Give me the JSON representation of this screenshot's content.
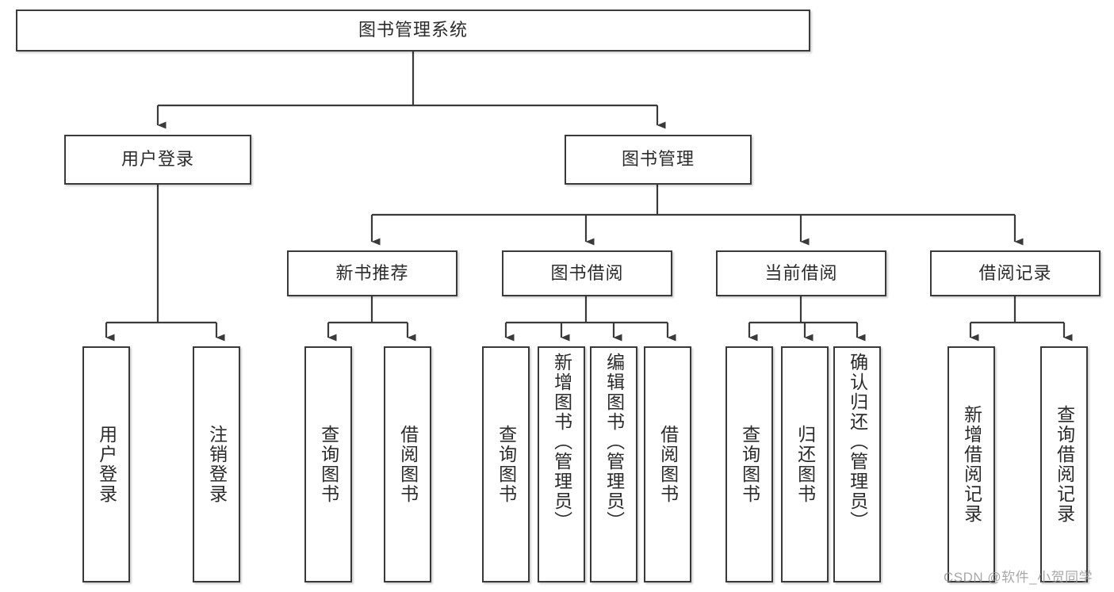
{
  "diagram": {
    "title": "图书管理系统",
    "type": "hierarchy-tree",
    "root": {
      "id": "root",
      "label": "图书管理系统",
      "level": 0
    },
    "level1": [
      {
        "id": "user-login",
        "label": "用户登录"
      },
      {
        "id": "book-manage",
        "label": "图书管理"
      }
    ],
    "level2": [
      {
        "id": "new-book-recommend",
        "label": "新书推荐",
        "parent": "book-manage"
      },
      {
        "id": "book-borrow",
        "label": "图书借阅",
        "parent": "book-manage"
      },
      {
        "id": "current-borrow",
        "label": "当前借阅",
        "parent": "book-manage"
      },
      {
        "id": "borrow-record",
        "label": "借阅记录",
        "parent": "book-manage"
      }
    ],
    "leaves": [
      {
        "id": "leaf-user-login",
        "label": "用户登录",
        "parent": "user-login"
      },
      {
        "id": "leaf-logout-login",
        "label": "注销登录",
        "parent": "user-login"
      },
      {
        "id": "leaf-query-book-1",
        "label": "查询图书",
        "parent": "new-book-recommend"
      },
      {
        "id": "leaf-borrow-book-1",
        "label": "借阅图书",
        "parent": "new-book-recommend"
      },
      {
        "id": "leaf-query-book-2",
        "label": "查询图书",
        "parent": "book-borrow"
      },
      {
        "id": "leaf-add-book",
        "label": "新增图书（管理员）",
        "parent": "book-borrow"
      },
      {
        "id": "leaf-edit-book",
        "label": "编辑图书（管理员）",
        "parent": "book-borrow"
      },
      {
        "id": "leaf-borrow-book-2",
        "label": "借阅图书",
        "parent": "book-borrow"
      },
      {
        "id": "leaf-query-book-3",
        "label": "查询图书",
        "parent": "current-borrow"
      },
      {
        "id": "leaf-return-book",
        "label": "归还图书",
        "parent": "current-borrow"
      },
      {
        "id": "leaf-confirm-return",
        "label": "确认归还（管理员）",
        "parent": "current-borrow"
      },
      {
        "id": "leaf-add-record",
        "label": "新增借阅记录",
        "parent": "borrow-record"
      },
      {
        "id": "leaf-query-record",
        "label": "查询借阅记录",
        "parent": "borrow-record"
      }
    ],
    "watermark": "CSDN @软件_小贺同学",
    "colors": {
      "stroke": "#3a3a3a",
      "fill": "#ffffff",
      "text": "#2b2b2b",
      "watermark": "#9a9a9a"
    }
  }
}
